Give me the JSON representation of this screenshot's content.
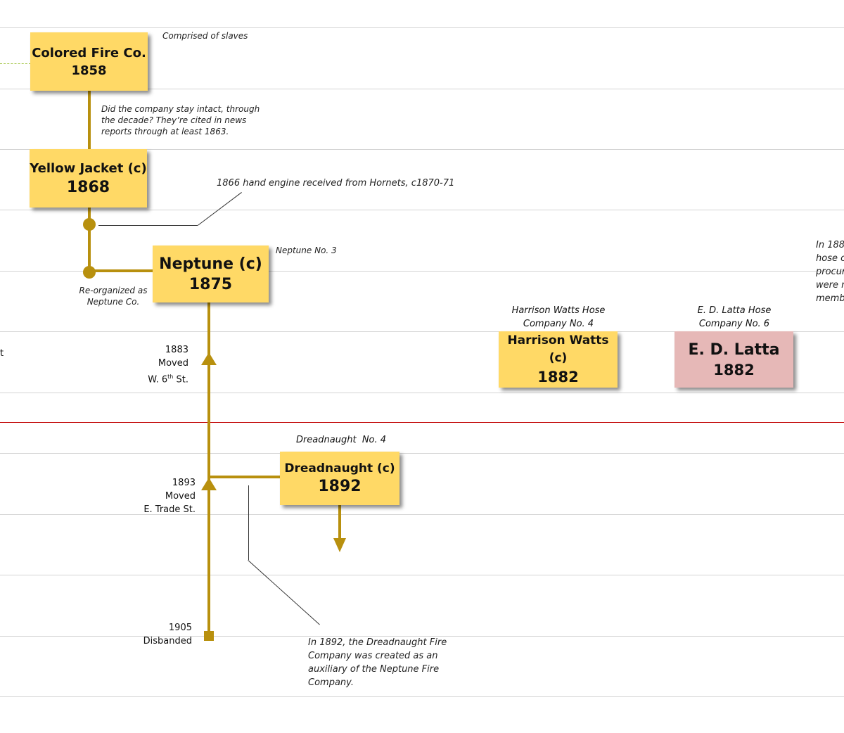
{
  "colors": {
    "box": "#ffd966",
    "box_alt": "#e6b8b7",
    "connector": "#b8900e",
    "divider": "#c00000",
    "grid": "#d4d4d4"
  },
  "companies": {
    "colored": {
      "name": "Colored Fire Co.",
      "year": "1858",
      "note": "Comprised of slaves"
    },
    "yellow_jacket": {
      "name": "Yellow Jacket (c)",
      "year": "1868"
    },
    "neptune": {
      "name": "Neptune (c)",
      "year": "1875",
      "note": "Neptune No. 3"
    },
    "harrison": {
      "name": "Harrison Watts (c)",
      "year": "1882",
      "caption_1": "Harrison Watts Hose",
      "caption_2": "Company No. 4"
    },
    "latta": {
      "name": "E. D. Latta",
      "year": "1882",
      "caption_1": "E. D. Latta Hose",
      "caption_2": "Company No. 6"
    },
    "dreadnaught": {
      "name": "Dreadnaught (c)",
      "year": "1892",
      "caption": "Dreadnaught  No. 4"
    }
  },
  "notes": {
    "decade": [
      "Did the company stay intact, through",
      "the decade? They’re cited in news",
      "reports through at least 1863."
    ],
    "hand_engine": "1866 hand engine received from Hornets, c1870-71",
    "reorganized": [
      "Re-organized as",
      "Neptune Co."
    ],
    "dreadnaught_aux": [
      "In 1892, the Dreadnaught Fire",
      "Company was created as an",
      "auxiliary of the Neptune Fire",
      "Company."
    ],
    "cut_right": [
      "In 188",
      "hose c",
      "procur",
      "were r",
      "memb"
    ],
    "cut_left": "t"
  },
  "events": {
    "moved_1883": {
      "year": "1883",
      "text": "Moved",
      "street_prefix": "W. 6",
      "street_sup": "th",
      "street_suffix": " St."
    },
    "moved_1893": {
      "year": "1893",
      "text": "Moved",
      "street": "E. Trade St."
    },
    "disbanded": {
      "year": "1905",
      "text": "Disbanded"
    }
  }
}
